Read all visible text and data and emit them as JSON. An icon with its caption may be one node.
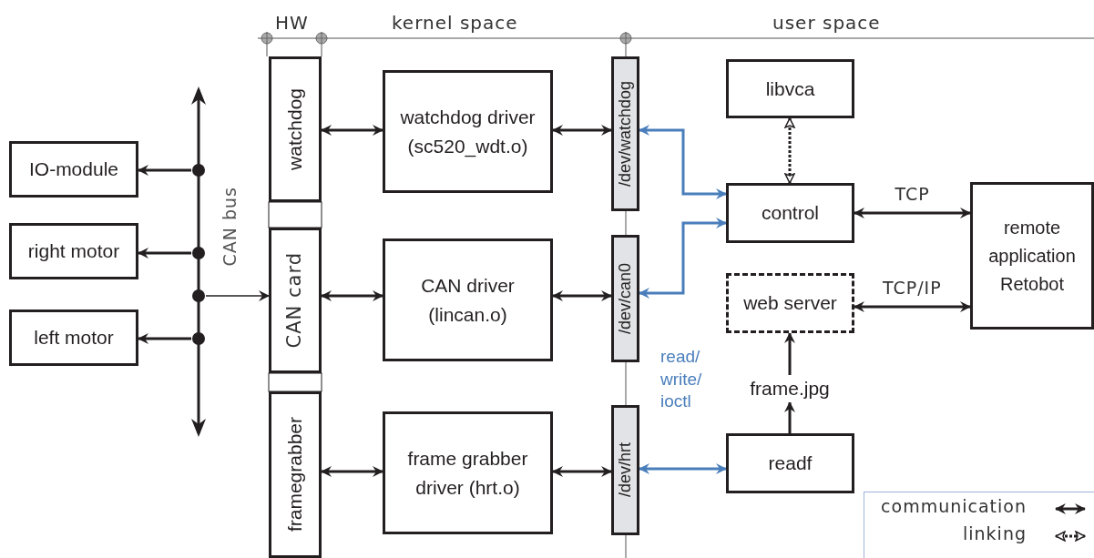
{
  "diagram": {
    "nodes": [
      {
        "text": [
          "IO-module"
        ]
      },
      {
        "text": [
          "right motor"
        ]
      },
      {
        "text": [
          "left motor"
        ]
      },
      {
        "text": [],
        "shape": "bar",
        "beside": [
          "CAN bus"
        ]
      },
      {
        "text": [
          "watchdog"
        ]
      },
      {
        "text": [
          "CAN card"
        ]
      },
      {
        "text": [
          "framegrabber"
        ]
      },
      {
        "text": [
          "watchdog driver (sc520_wdt.o)"
        ]
      },
      {
        "text": [
          "CAN driver (lincan.o)"
        ]
      },
      {
        "text": [
          "frame grabber driver (hrt.o)"
        ]
      },
      {
        "text": [
          "/dev/watchdog"
        ]
      },
      {
        "text": [
          "/dev/can0"
        ]
      },
      {
        "text": [
          "/dev/hrt"
        ]
      },
      {
        "text": [
          "libvca"
        ]
      },
      {
        "text": [
          "control"
        ]
      },
      {
        "text": [
          "web server"
        ]
      },
      {
        "text": [
          "frame.jpg"
        ]
      },
      {
        "text": [
          "readf"
        ]
      },
      {
        "text": [
          "remote application Retobot"
        ]
      }
    ],
    "edges": [
      {
        "from": 3,
        "to": 0,
        "arrow": "to"
      },
      {
        "from": 3,
        "to": 1,
        "arrow": "to"
      },
      {
        "from": 3,
        "to": 2,
        "arrow": "to"
      },
      {
        "from": 3,
        "to": 5,
        "arrow": "to"
      },
      {
        "from": 4,
        "to": 7,
        "arrow": "both"
      },
      {
        "from": 7,
        "to": 10,
        "arrow": "both"
      },
      {
        "from": 5,
        "to": 8,
        "arrow": "both"
      },
      {
        "from": 8,
        "to": 11,
        "arrow": "both"
      },
      {
        "from": 6,
        "to": 9,
        "arrow": "both"
      },
      {
        "from": 9,
        "to": 12,
        "arrow": "both"
      },
      {
        "from": 10,
        "to": 14,
        "arrow": "both",
        "color": "#4a7ebb"
      },
      {
        "from": 11,
        "to": 14,
        "arrow": "both",
        "color": "#4a7ebb"
      },
      {
        "from": 12,
        "to": 17,
        "arrow": "both",
        "color": "#4a7ebb"
      },
      {
        "from": 13,
        "to": 14,
        "arrow": "both",
        "style": "dashed"
      },
      {
        "from": 14,
        "to": 18,
        "arrow": "both",
        "label": "TCP"
      },
      {
        "from": 15,
        "to": 18,
        "arrow": "both",
        "label": "TCP/IP"
      },
      {
        "from": 17,
        "to": 16,
        "arrow": "to"
      },
      {
        "from": 16,
        "to": 15,
        "arrow": "to"
      }
    ],
    "labels": [
      "HW",
      "kernel space",
      "user space",
      "read/ write/ ioctl"
    ],
    "legend": [
      {
        "text": "communication"
      },
      {
        "text": "linking"
      }
    ]
  }
}
